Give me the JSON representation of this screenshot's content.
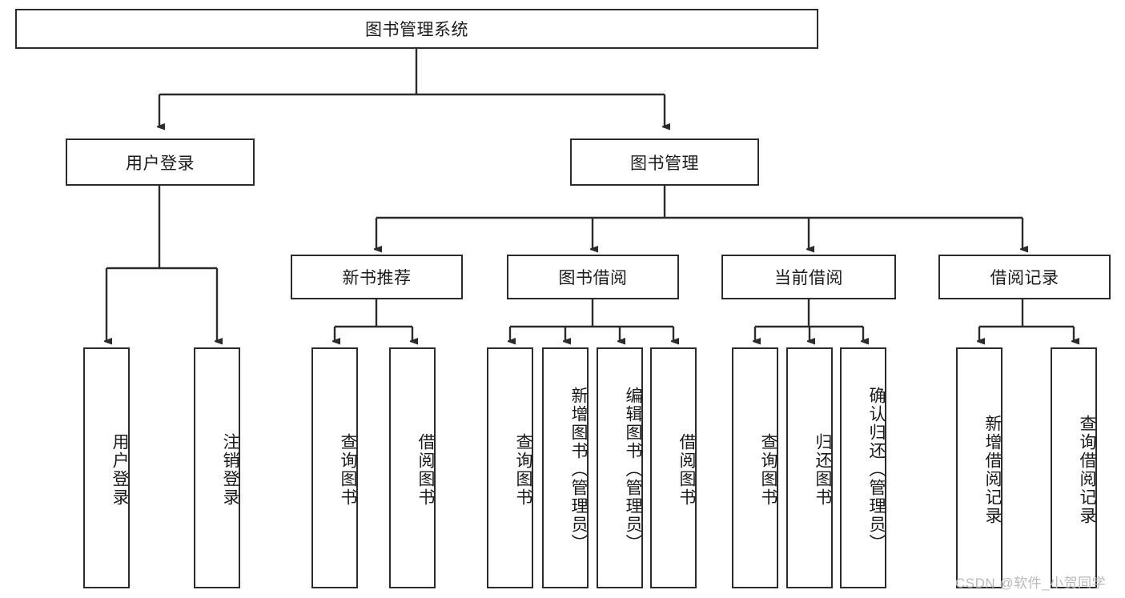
{
  "diagram": {
    "title": "图书管理系统",
    "watermark": "CSDN @软件_小贺同学",
    "colors": {
      "stroke": "#2b2b2b",
      "fill": "#ffffff",
      "text": "#1a1a1a",
      "watermark": "#b9b9b9"
    },
    "nodes": {
      "root": {
        "label": "图书管理系统"
      },
      "level1": [
        {
          "id": "user-login",
          "label": "用户登录"
        },
        {
          "id": "book-manage",
          "label": "图书管理"
        }
      ],
      "level2": [
        {
          "id": "new-book-recommend",
          "label": "新书推荐"
        },
        {
          "id": "book-borrow",
          "label": "图书借阅"
        },
        {
          "id": "current-borrow",
          "label": "当前借阅"
        },
        {
          "id": "borrow-record",
          "label": "借阅记录"
        }
      ],
      "leaves": {
        "user_login": [
          {
            "id": "leaf-user-login",
            "label": "用户登录"
          },
          {
            "id": "leaf-logout-login",
            "label": "注销登录"
          }
        ],
        "new_book_recommend": [
          {
            "id": "leaf-query-book-1",
            "label": "查询图书"
          },
          {
            "id": "leaf-borrow-book-1",
            "label": "借阅图书"
          }
        ],
        "book_borrow": [
          {
            "id": "leaf-query-book-2",
            "label": "查询图书"
          },
          {
            "id": "leaf-add-book",
            "label": "新增图书（管理员）"
          },
          {
            "id": "leaf-edit-book",
            "label": "编辑图书（管理员）"
          },
          {
            "id": "leaf-borrow-book-2",
            "label": "借阅图书"
          }
        ],
        "current_borrow": [
          {
            "id": "leaf-query-book-3",
            "label": "查询图书"
          },
          {
            "id": "leaf-return-book",
            "label": "归还图书"
          },
          {
            "id": "leaf-confirm-return",
            "label": "确认归还（管理员）"
          }
        ],
        "borrow_record": [
          {
            "id": "leaf-add-record",
            "label": "新增借阅记录"
          },
          {
            "id": "leaf-query-record",
            "label": "查询借阅记录"
          }
        ]
      }
    }
  }
}
